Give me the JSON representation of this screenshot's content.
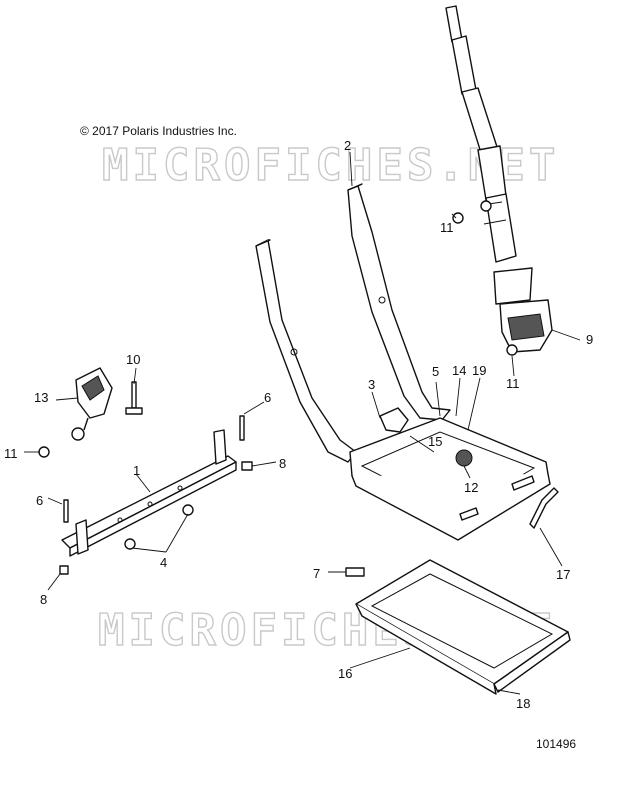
{
  "copyright": "© 2017 Polaris Industries Inc.",
  "watermark": "MICROFICHES.NET",
  "figure_number": "101496",
  "callouts": [
    "1",
    "2",
    "3",
    "4",
    "5",
    "6",
    "7",
    "8",
    "9",
    "10",
    "11",
    "12",
    "13",
    "14",
    "15",
    "16",
    "17",
    "18",
    "19"
  ]
}
